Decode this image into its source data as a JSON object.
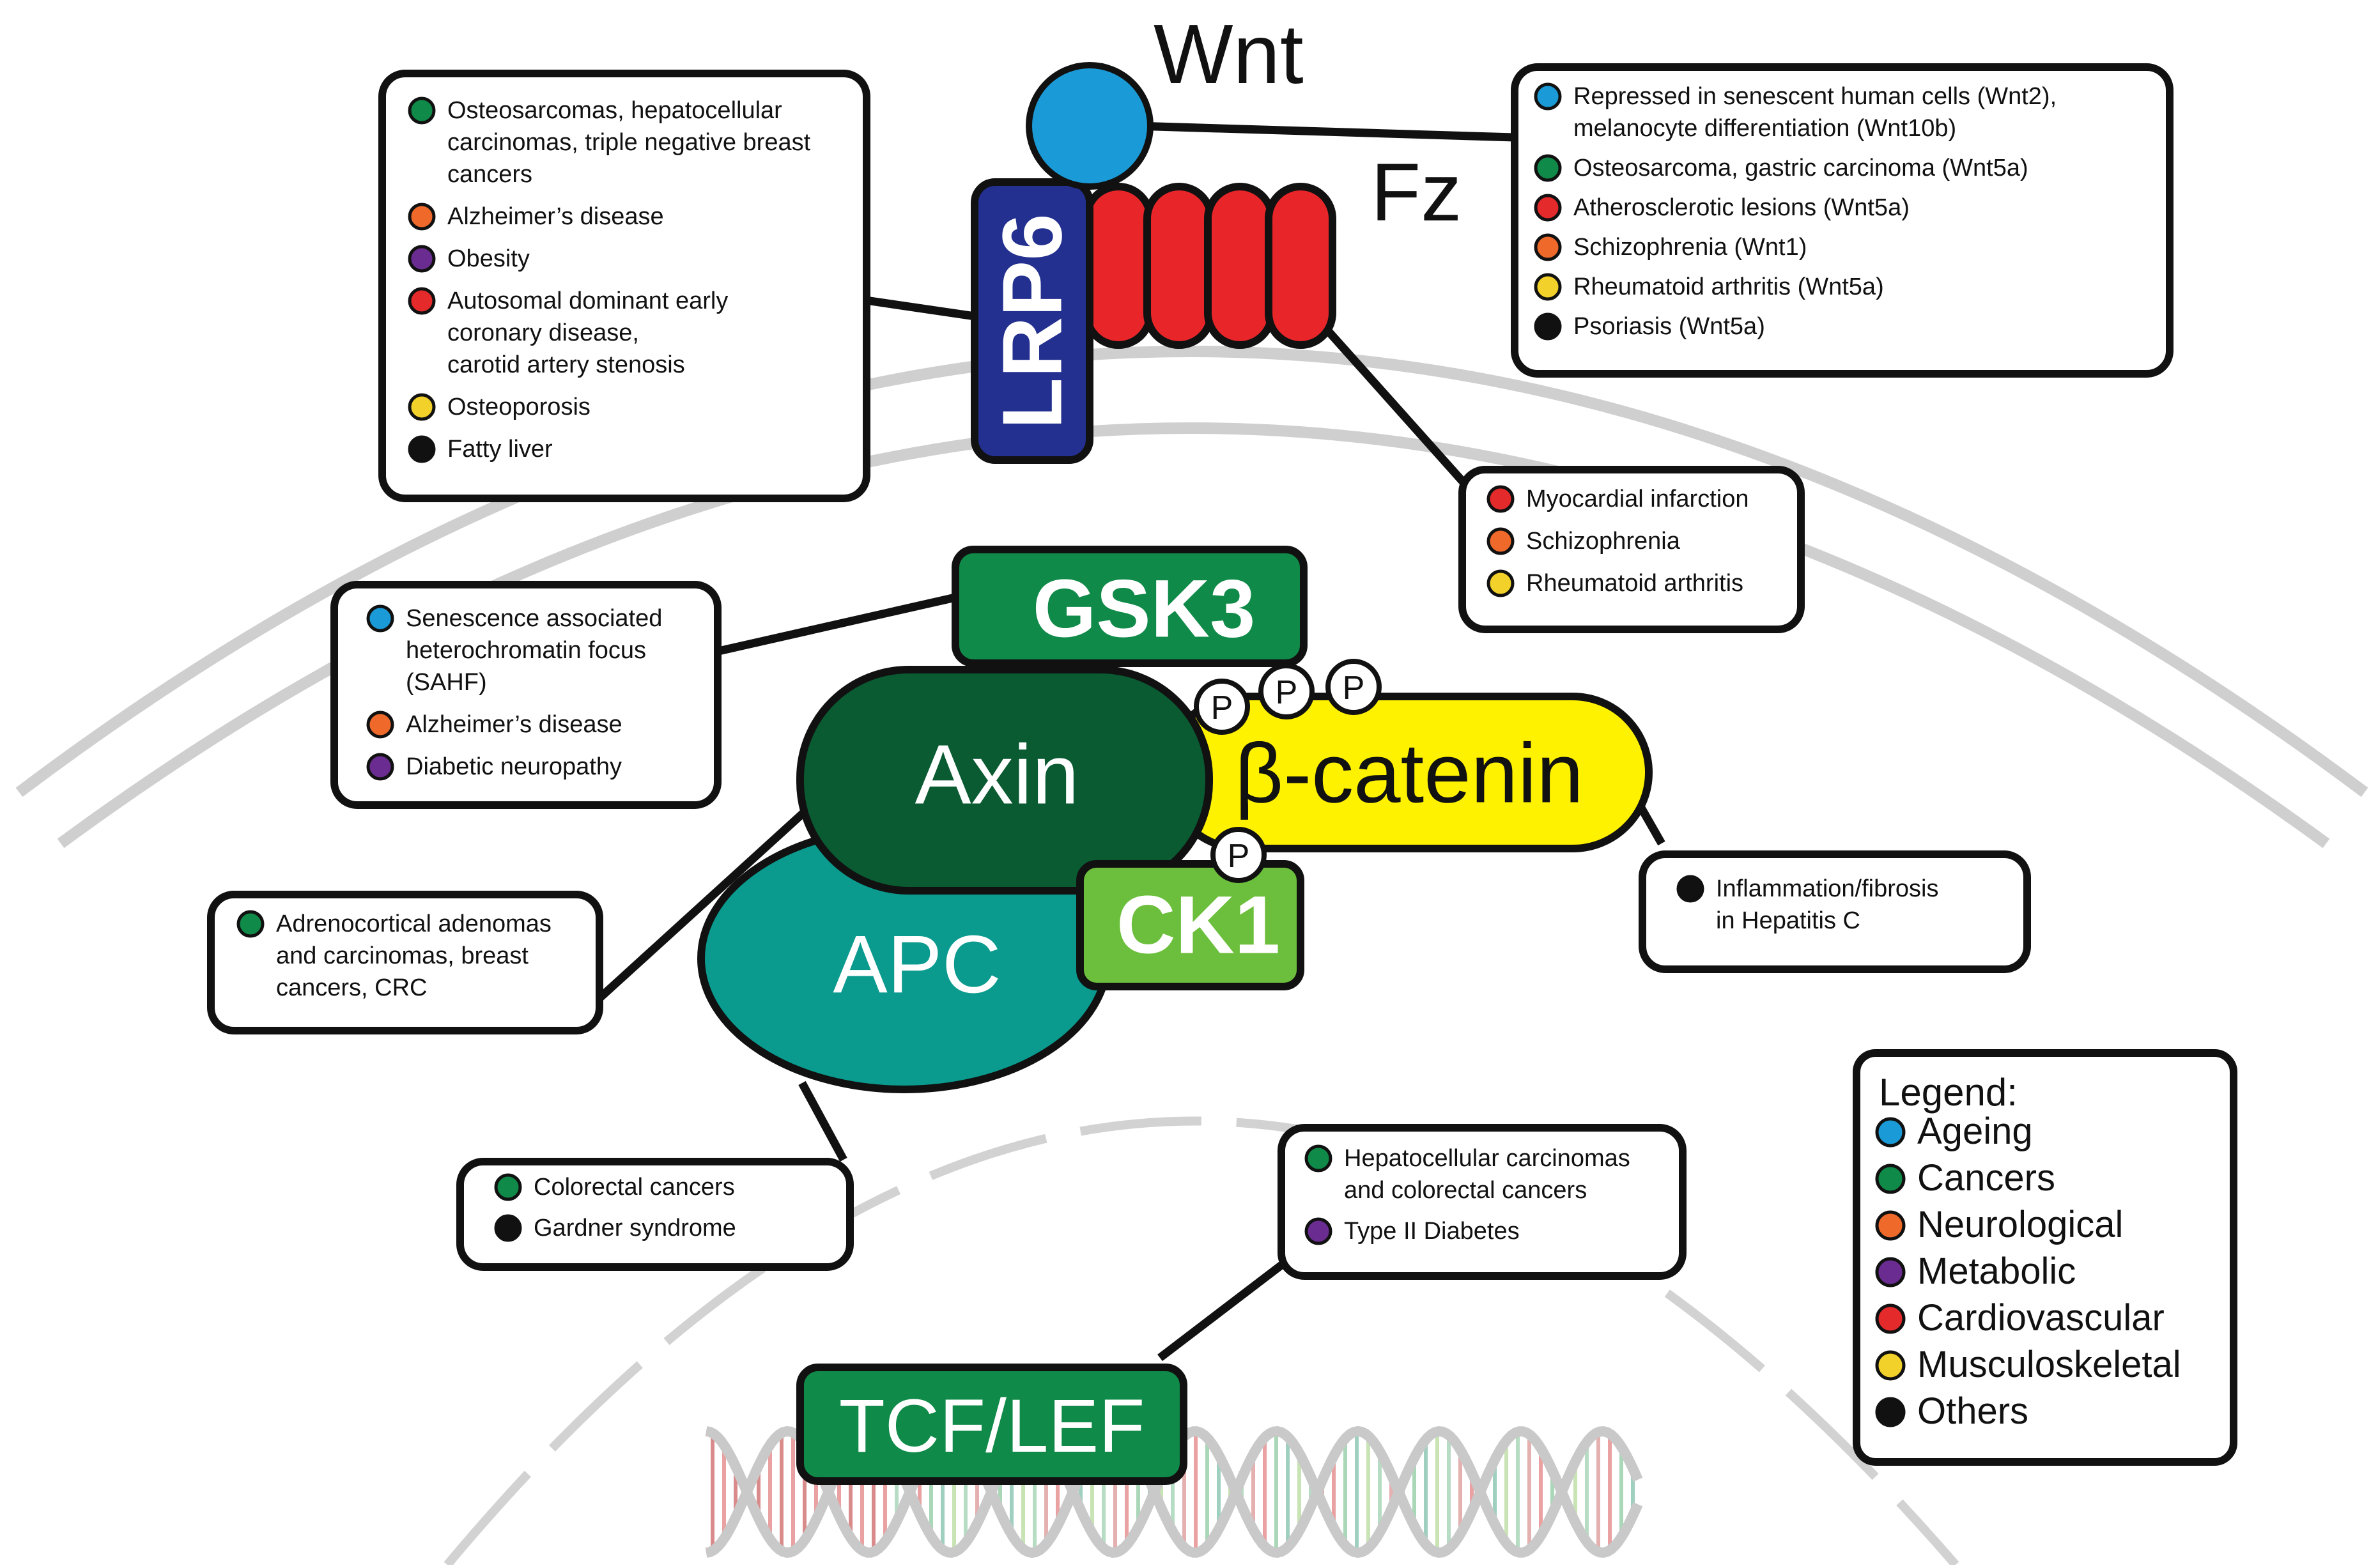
{
  "colors": {
    "ageing": "#1a9ad6",
    "cancers": "#0f8a48",
    "neurological": "#ef6a2a",
    "metabolic": "#6a2c91",
    "cardiovascular": "#e42a2a",
    "musculoskeletal": "#f2d12a",
    "others": "#111111",
    "lrp6": "#23308f",
    "fz": "#e8262a",
    "wnt": "#1a9ad6",
    "gsk3": "#0f8a48",
    "axin": "#0a5a32",
    "apc": "#0a9a8e",
    "ck1": "#6cbf3c",
    "beta_catenin": "#fff200",
    "tcf_lef": "#0f8a48"
  },
  "proteins": {
    "wnt": "Wnt",
    "fz": "Fz",
    "lrp6": "LRP6",
    "gsk3": "GSK3",
    "axin": "Axin",
    "beta_catenin": "β-catenin",
    "apc": "APC",
    "ck1": "CK1",
    "tcf_lef": "TCF/LEF",
    "phospho": "P"
  },
  "boxes": {
    "lrp6": [
      {
        "cat": "cancers",
        "lines": [
          "Osteosarcomas, hepatocellular",
          "carcinomas, triple negative breast",
          "cancers"
        ]
      },
      {
        "cat": "neurological",
        "lines": [
          "Alzheimer’s disease"
        ]
      },
      {
        "cat": "metabolic",
        "lines": [
          "Obesity"
        ]
      },
      {
        "cat": "cardiovascular",
        "lines": [
          "Autosomal dominant early",
          "coronary disease,",
          "carotid artery stenosis"
        ]
      },
      {
        "cat": "musculoskeletal",
        "lines": [
          "Osteoporosis"
        ]
      },
      {
        "cat": "others",
        "lines": [
          "Fatty liver"
        ]
      }
    ],
    "wnt": [
      {
        "cat": "ageing",
        "lines": [
          "Repressed in senescent human cells (Wnt2),",
          "melanocyte differentiation (Wnt10b)"
        ]
      },
      {
        "cat": "cancers",
        "lines": [
          "Osteosarcoma, gastric carcinoma (Wnt5a)"
        ]
      },
      {
        "cat": "cardiovascular",
        "lines": [
          "Atherosclerotic lesions (Wnt5a)"
        ]
      },
      {
        "cat": "neurological",
        "lines": [
          "Schizophrenia (Wnt1)"
        ]
      },
      {
        "cat": "musculoskeletal",
        "lines": [
          "Rheumatoid arthritis (Wnt5a)"
        ]
      },
      {
        "cat": "others",
        "lines": [
          "Psoriasis (Wnt5a)"
        ]
      }
    ],
    "fz": [
      {
        "cat": "cardiovascular",
        "lines": [
          "Myocardial infarction"
        ]
      },
      {
        "cat": "neurological",
        "lines": [
          "Schizophrenia"
        ]
      },
      {
        "cat": "musculoskeletal",
        "lines": [
          "Rheumatoid arthritis"
        ]
      }
    ],
    "gsk3": [
      {
        "cat": "ageing",
        "lines": [
          "Senescence associated",
          "heterochromatin focus",
          "(SAHF)"
        ]
      },
      {
        "cat": "neurological",
        "lines": [
          "Alzheimer’s disease"
        ]
      },
      {
        "cat": "metabolic",
        "lines": [
          "Diabetic neuropathy"
        ]
      }
    ],
    "axin": [
      {
        "cat": "cancers",
        "lines": [
          "Adrenocortical adenomas",
          "and carcinomas, breast",
          "cancers, CRC"
        ]
      }
    ],
    "beta_catenin": [
      {
        "cat": "others",
        "lines": [
          "Inflammation/fibrosis",
          "in Hepatitis C"
        ]
      }
    ],
    "apc": [
      {
        "cat": "cancers",
        "lines": [
          "Colorectal cancers"
        ]
      },
      {
        "cat": "others",
        "lines": [
          "Gardner syndrome"
        ]
      }
    ],
    "tcf_lef": [
      {
        "cat": "cancers",
        "lines": [
          "Hepatocellular carcinomas",
          "and colorectal cancers"
        ]
      },
      {
        "cat": "metabolic",
        "lines": [
          "Type II Diabetes"
        ]
      }
    ]
  },
  "legend": {
    "title": "Legend:",
    "items": [
      {
        "cat": "ageing",
        "label": "Ageing"
      },
      {
        "cat": "cancers",
        "label": "Cancers"
      },
      {
        "cat": "neurological",
        "label": "Neurological"
      },
      {
        "cat": "metabolic",
        "label": "Metabolic"
      },
      {
        "cat": "cardiovascular",
        "label": "Cardiovascular"
      },
      {
        "cat": "musculoskeletal",
        "label": "Musculoskeletal"
      },
      {
        "cat": "others",
        "label": "Others"
      }
    ]
  }
}
